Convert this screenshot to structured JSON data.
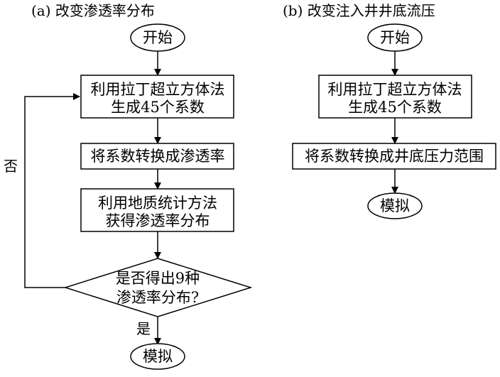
{
  "panel_a": {
    "title": "(a) 改变渗透率分布",
    "start": "开始",
    "step1": [
      "利用拉丁超立方体法",
      "生成45个系数"
    ],
    "step2": "将系数转换成渗透率",
    "step3": [
      "利用地质统计方法",
      "获得渗透率分布"
    ],
    "decision": [
      "是否得出9种",
      "渗透率分布?"
    ],
    "no_label": "否",
    "yes_label": "是",
    "end": "模拟"
  },
  "panel_b": {
    "title": "(b) 改变注入井井底流压",
    "start": "开始",
    "step1": [
      "利用拉丁超立方体法",
      "生成45个系数"
    ],
    "step2": "将系数转换成井底压力范围",
    "end": "模拟"
  }
}
